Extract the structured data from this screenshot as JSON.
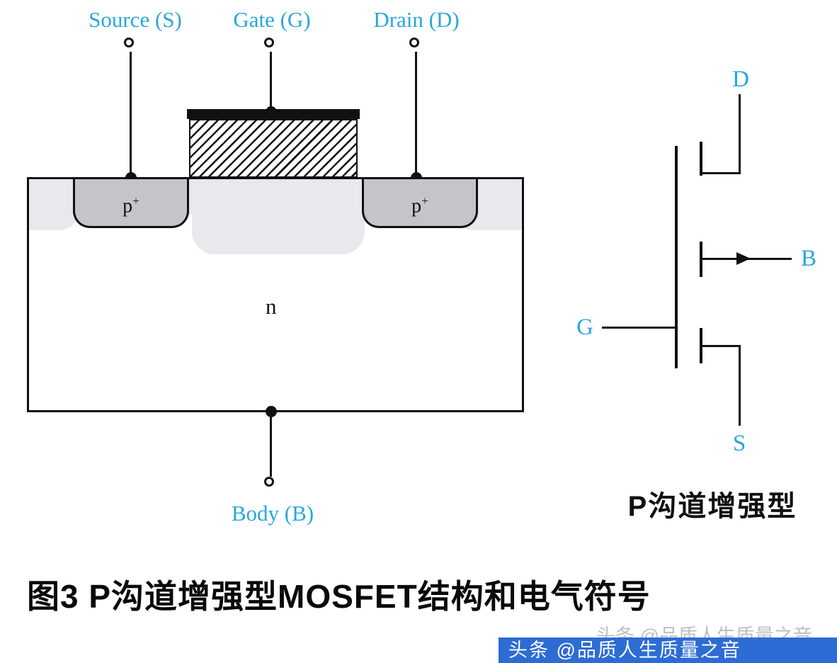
{
  "structure": {
    "source_label": "Source (S)",
    "gate_label": "Gate (G)",
    "drain_label": "Drain (D)",
    "body_label": "Body (B)",
    "well_label_base": "p",
    "well_label_sup": "+",
    "substrate_label": "n"
  },
  "symbol": {
    "drain_label": "D",
    "gate_label": "G",
    "body_label": "B",
    "source_label": "S",
    "type_label": "P沟道增强型"
  },
  "caption": "图3 P沟道增强型MOSFET结构和电气符号",
  "watermark": {
    "bar_text": "头条 @品质人生质量之音",
    "ghost_text": "头条 @品质人生质量之音"
  },
  "colors": {
    "terminal_label_cyan": "#28a7dd",
    "p_well_gray": "#c5c5c9",
    "diffusion_light_gray": "#e9e9ed",
    "line_black": "#111111",
    "watermark_bar_blue": "#2d6cd4"
  }
}
